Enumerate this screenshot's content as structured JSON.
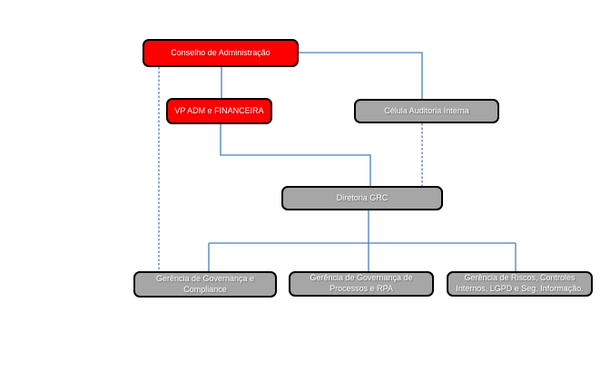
{
  "diagram": {
    "type": "org-chart",
    "nodes": {
      "conselho": {
        "label": "Conselho de Administração",
        "level": 1,
        "style": "executive"
      },
      "vp": {
        "label": "VP ADM e FINANCEIRA",
        "level": 2,
        "style": "executive"
      },
      "auditoria": {
        "label": "Célula Auditoria Interna",
        "level": 2,
        "style": "unit"
      },
      "grc": {
        "label": "Diretoria GRC",
        "level": 3,
        "style": "unit"
      },
      "compliance": {
        "label": "Gerência de Governança e Compliance",
        "level": 4,
        "style": "unit"
      },
      "processos": {
        "label": "Gerência de Governança de Processos e RPA",
        "level": 4,
        "style": "unit"
      },
      "riscos": {
        "label": "Gerência de Riscos, Controles Internos, LGPD e Seg. Informação.",
        "level": 4,
        "style": "unit"
      }
    },
    "edges": [
      {
        "from": "conselho",
        "to": "vp",
        "line": "solid"
      },
      {
        "from": "conselho",
        "to": "auditoria",
        "line": "solid"
      },
      {
        "from": "conselho",
        "to": "compliance",
        "line": "dashed"
      },
      {
        "from": "vp",
        "to": "grc",
        "line": "solid"
      },
      {
        "from": "auditoria",
        "to": "grc",
        "line": "dashed"
      },
      {
        "from": "grc",
        "to": "compliance",
        "line": "solid"
      },
      {
        "from": "grc",
        "to": "processos",
        "line": "solid"
      },
      {
        "from": "grc",
        "to": "riscos",
        "line": "solid"
      }
    ]
  },
  "colors": {
    "executive_fill": "#ff0000",
    "unit_fill": "#a6a6a6",
    "border_color": "#000000",
    "connector_color": "#4a7ebb",
    "text_color": "#ffffff",
    "background": "#ffffff"
  }
}
